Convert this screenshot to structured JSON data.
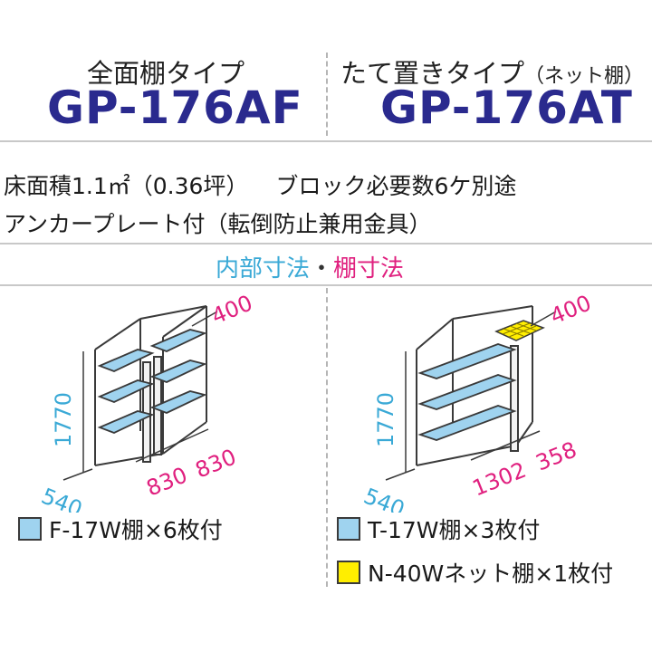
{
  "left": {
    "type_label": "全面棚タイプ",
    "model": "GP-176AF",
    "dims": {
      "depth": "400",
      "height": "1770",
      "width_side": "540",
      "width_a": "830",
      "width_b": "830"
    },
    "legend": [
      {
        "label": "F-17W棚×6枚付",
        "color": "#9fd3ef"
      }
    ]
  },
  "right": {
    "type_label": "たて置きタイプ",
    "type_note": "（ネット棚）",
    "model": "GP-176AT",
    "dims": {
      "depth": "400",
      "height": "1770",
      "width_side": "540",
      "width_a": "1302",
      "width_b": "358"
    },
    "legend": [
      {
        "label": "T-17W棚×3枚付",
        "color": "#9fd3ef"
      },
      {
        "label": "N-40Wネット棚×1枚付",
        "color": "#ffee00"
      }
    ]
  },
  "info": {
    "line1_area": "床面積1.1㎡（0.36坪）",
    "line1_block": "ブロック必要数6ケ別途",
    "line2": "アンカープレート付（転倒防止兼用金具）"
  },
  "section": {
    "inner": "内部寸法",
    "dot": "・",
    "shelf": "棚寸法"
  },
  "colors": {
    "model": "#2a2a8e",
    "cyan": "#3aa9d6",
    "magenta": "#e0207f",
    "shelf": "#9fd3ef",
    "net": "#ffee00"
  }
}
